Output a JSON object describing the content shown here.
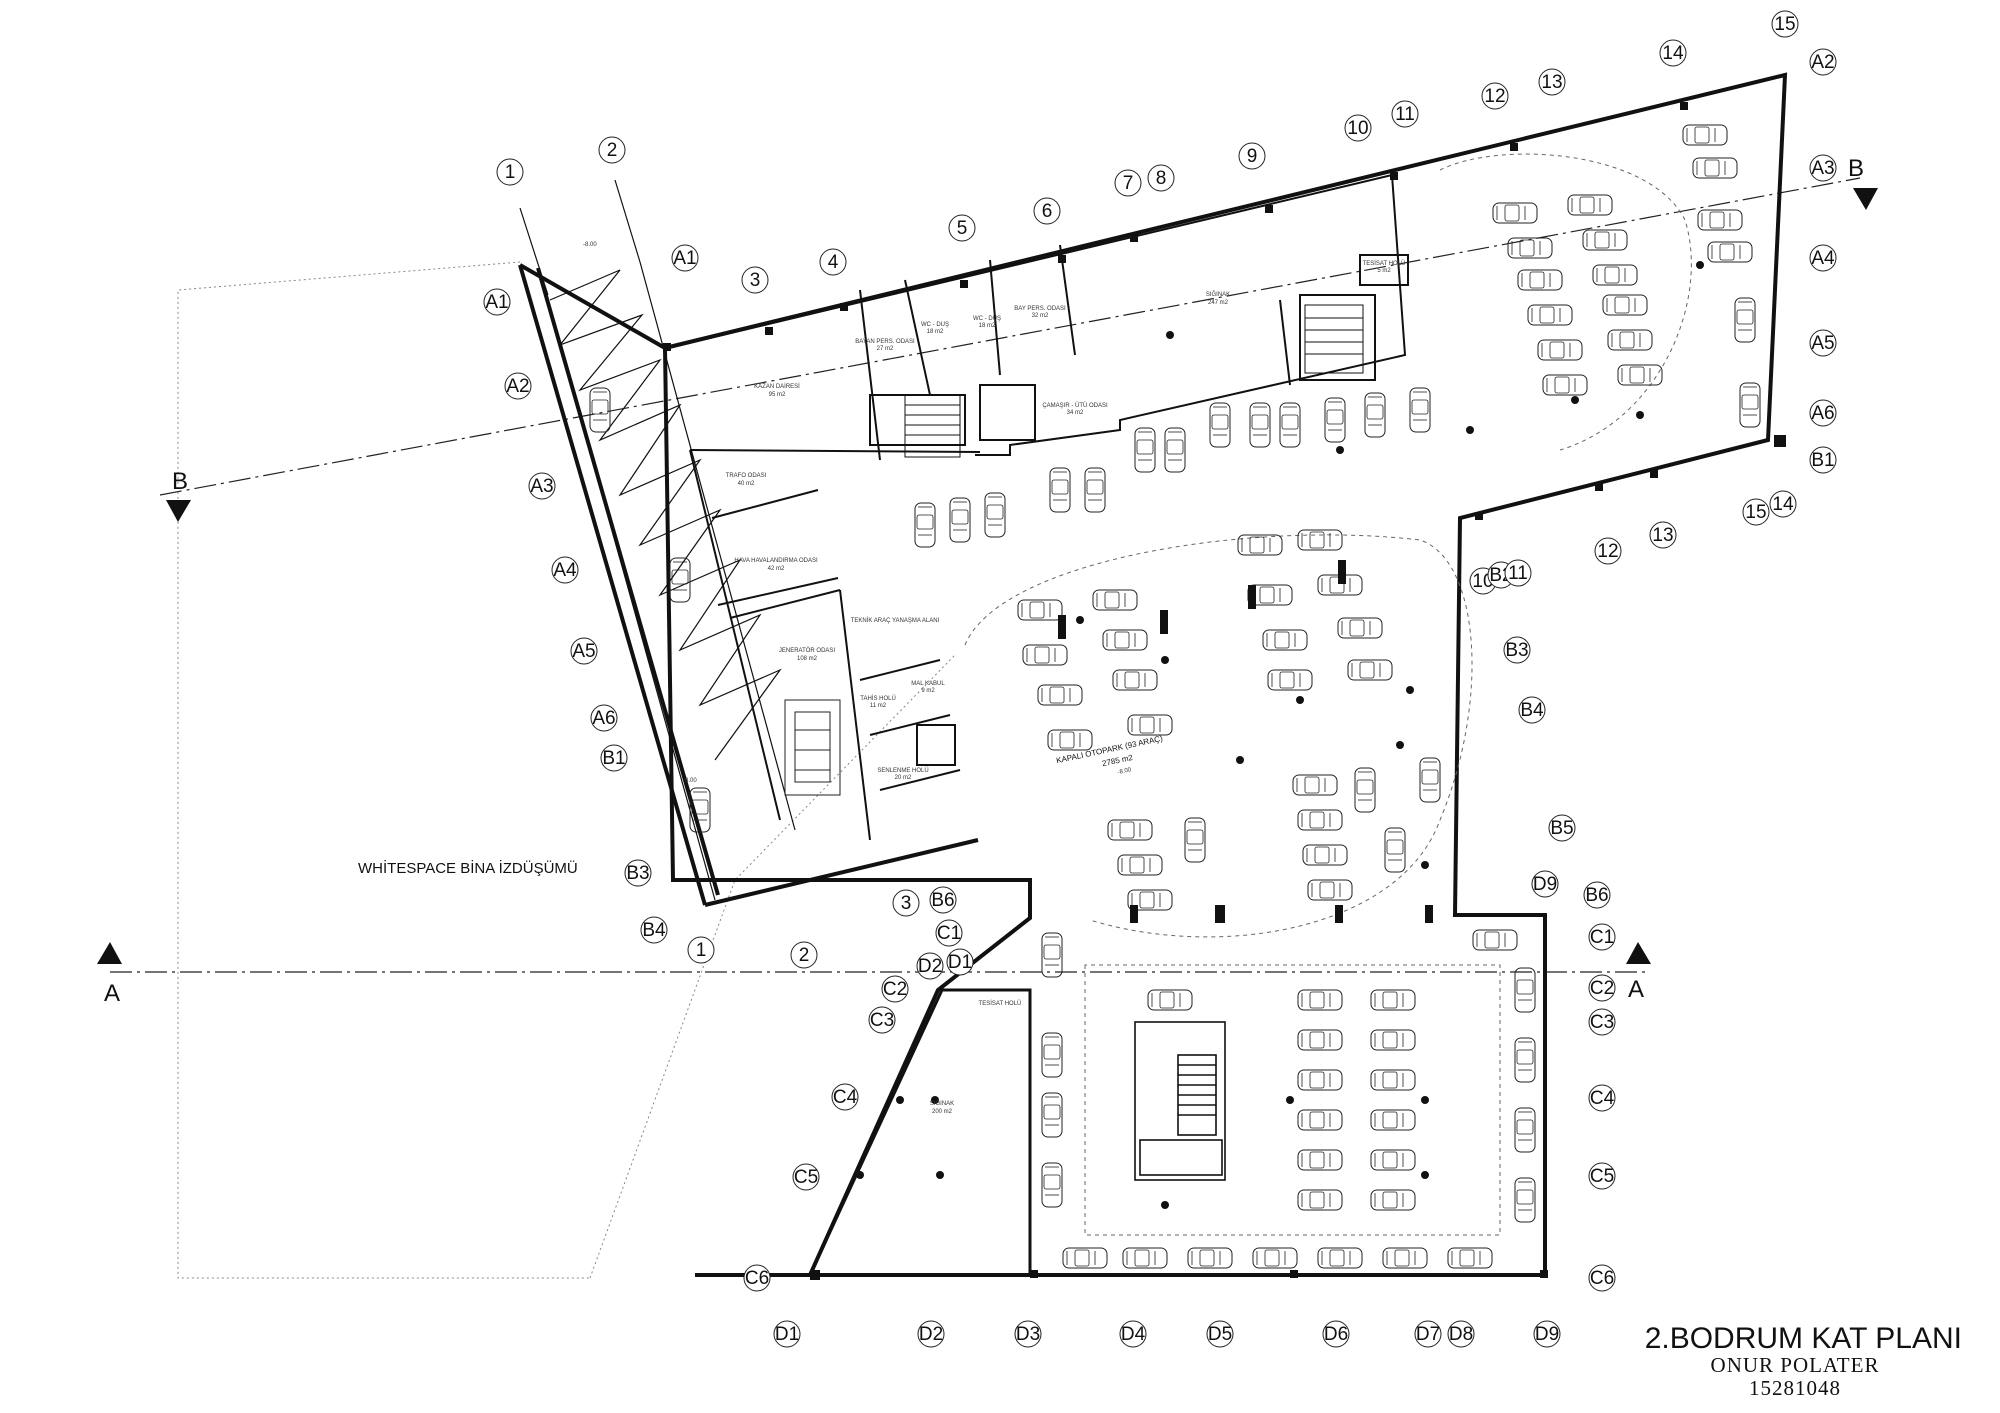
{
  "title": {
    "main": "2.BODRUM KAT PLANI",
    "author": "ONUR POLATER",
    "student_id": "15281048"
  },
  "whitespace_label": "WHİTESPACE BİNA İZDÜŞÜMÜ",
  "section_marks": [
    "A",
    "A",
    "B",
    "B"
  ],
  "axis_bubbles": [
    "1",
    "2",
    "3",
    "4",
    "5",
    "6",
    "7",
    "8",
    "9",
    "10",
    "11",
    "12",
    "13",
    "14",
    "15",
    "A1",
    "A2",
    "A3",
    "A4",
    "A5",
    "A6",
    "B1",
    "A1",
    "A2",
    "A3",
    "A4",
    "A5",
    "A6",
    "B1",
    "B3",
    "B4",
    "1",
    "2",
    "3",
    "B6",
    "C1",
    "D2",
    "D1",
    "C2",
    "C3",
    "C4",
    "C5",
    "C6",
    "D1",
    "D2",
    "D3",
    "D4",
    "D5",
    "D6",
    "D7",
    "D8",
    "D9",
    "B3",
    "B4",
    "B5",
    "D9",
    "B6",
    "C1",
    "C2",
    "C3",
    "C4",
    "C5",
    "C6",
    "10",
    "B2",
    "11",
    "12",
    "13",
    "15",
    "14"
  ],
  "rooms": [
    "KAZAN DAİRESİ",
    "95 m2",
    "BAYAN PERS. ODASI",
    "27 m2",
    "WC - DUŞ",
    "18 m2",
    "WC - DUŞ",
    "18 m2",
    "BAY PERS. ODASI",
    "32 m2",
    "SIĞINAK",
    "247 m2",
    "TESİSAT HOLÜ",
    "5 m2",
    "ÇAMAŞIR - ÜTÜ ODASI",
    "34 m2",
    "TRAFO ODASI",
    "40 m2",
    "HAVA HAVALANDIRMA ODASI",
    "42 m2",
    "JENERATÖR ODASI",
    "108 m2",
    "TEKNİK ARAÇ YANAŞMA ALANI",
    "TAHİS HOLÜ",
    "11 m2",
    "MAL KABUL",
    "9 m2",
    "SENLENME HOLÜ",
    "20 m2",
    "SIĞINAK",
    "200 m2",
    "TESİSAT HOLÜ"
  ],
  "parking_label": [
    "KAPALI OTOPARK (93 ARAÇ)",
    "2785 m2"
  ],
  "level_marks": [
    "-8.00",
    "-8.00",
    "-8.00"
  ]
}
